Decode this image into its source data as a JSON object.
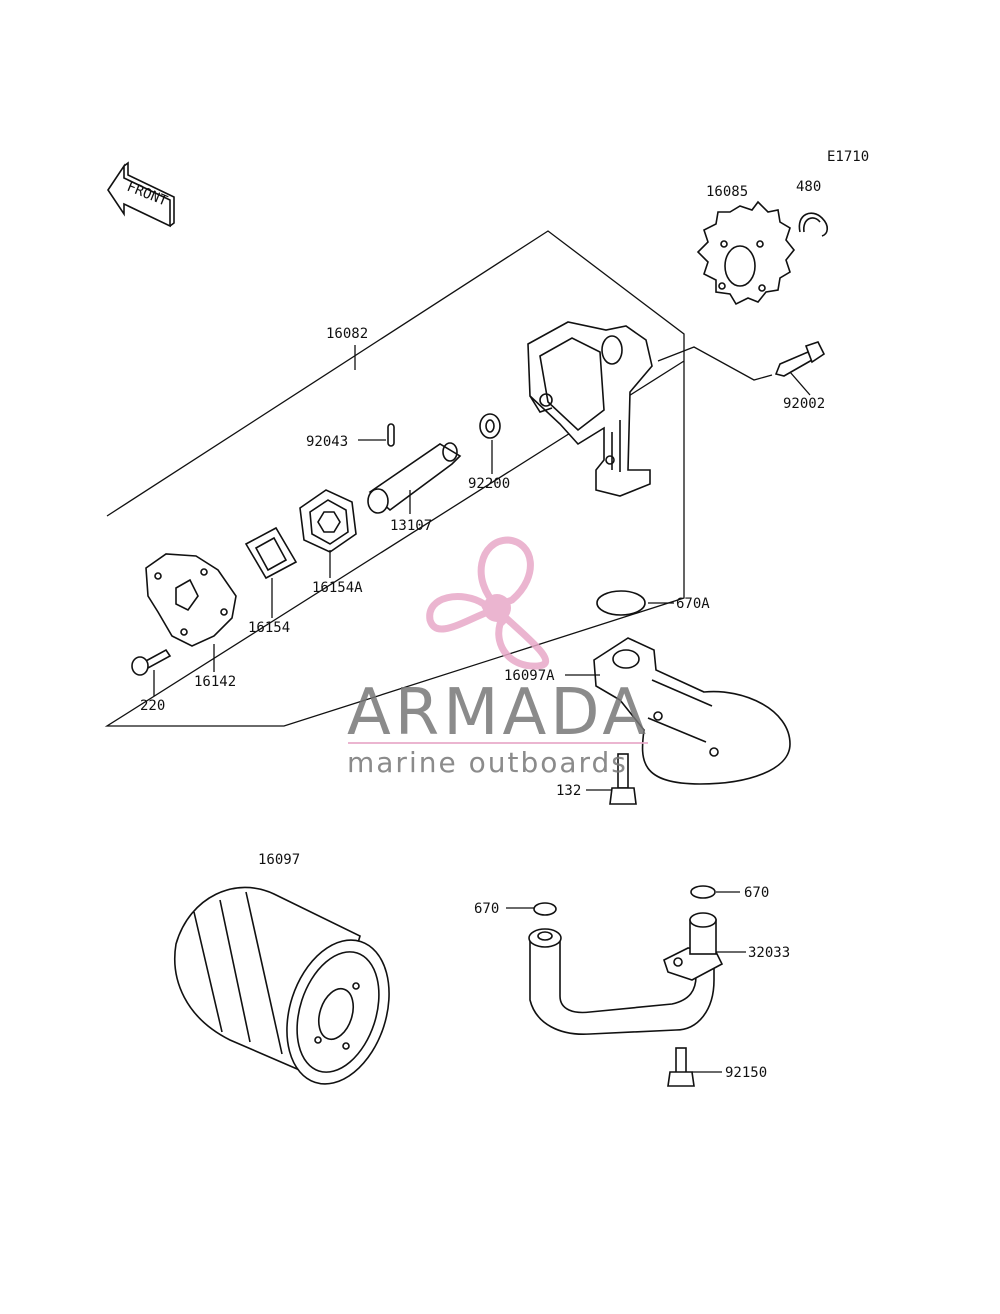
{
  "diagram": {
    "code": "E1710",
    "front_label": "FRONT",
    "labels": {
      "p16082": "16082",
      "p16085": "16085",
      "p480": "480",
      "p92002": "92002",
      "p92043": "92043",
      "p92200": "92200",
      "p13107": "13107",
      "p16154A": "16154A",
      "p16154": "16154",
      "p16142": "16142",
      "p220": "220",
      "p670A": "670A",
      "p16097A": "16097A",
      "p132": "132",
      "p16097": "16097",
      "p670_left": "670",
      "p670_right": "670",
      "p32033": "32033",
      "p92150": "92150"
    }
  },
  "watermark": {
    "brand": "ARMADA",
    "tagline": "marine outboards",
    "color": "#e8a9c8",
    "text_color": "#777777"
  }
}
